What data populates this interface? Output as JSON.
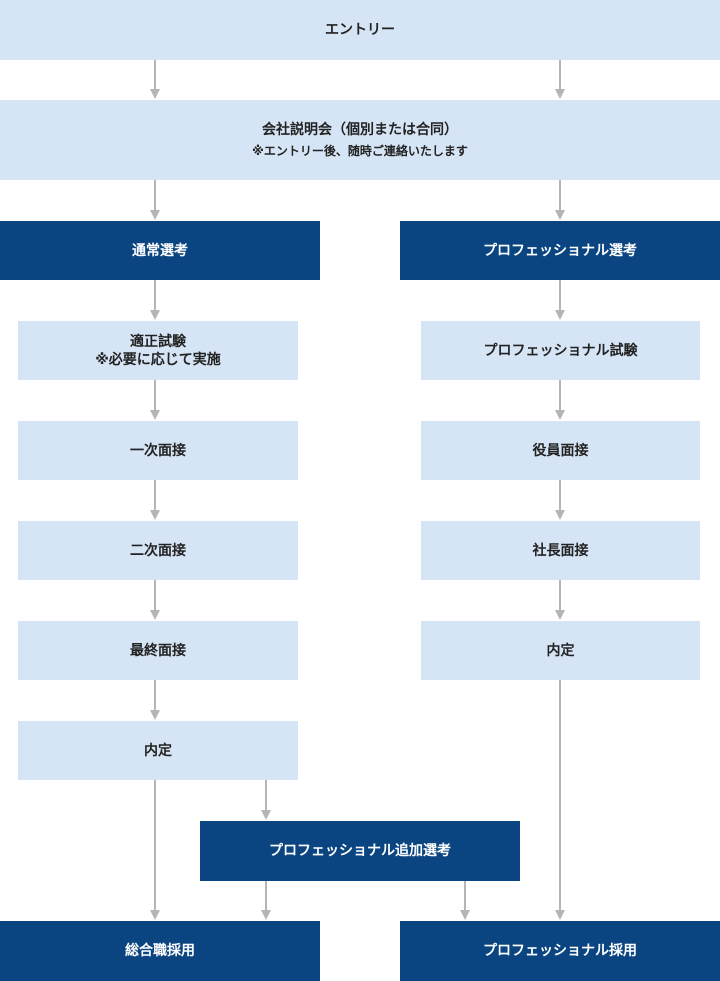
{
  "colors": {
    "light_box": "#d6e5f6",
    "dark_box": "#0b4581",
    "connector": "#b5b5b5"
  },
  "entry": {
    "label": "エントリー"
  },
  "briefing": {
    "label": "会社説明会（個別または合同）",
    "note": "※エントリー後、随時ご連絡いたします"
  },
  "regular_track": {
    "header": "通常選考",
    "aptitude_test": {
      "label": "適正試験",
      "note": "※必要に応じて実施"
    },
    "first_interview": "一次面接",
    "second_interview": "二次面接",
    "final_interview": "最終面接",
    "offer": "内定"
  },
  "professional_track": {
    "header": "プロフェッショナル選考",
    "exam": "プロフェッショナル試験",
    "executive_interview": "役員面接",
    "president_interview": "社長面接",
    "offer": "内定"
  },
  "additional_selection": {
    "label": "プロフェッショナル追加選考"
  },
  "results": {
    "general_hire": "総合職採用",
    "professional_hire": "プロフェッショナル採用"
  }
}
